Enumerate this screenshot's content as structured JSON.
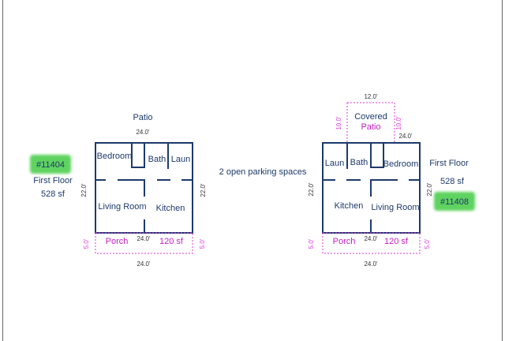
{
  "colors": {
    "wall": "#1d3a6b",
    "porch": "#d93bd9",
    "highlight": "#5fd35f"
  },
  "center_note": "2 open parking spaces",
  "unit_left": {
    "id": "#11404",
    "floor": "First Floor",
    "area": "528 sf",
    "patio": "Patio",
    "rooms": {
      "bedroom": "Bedroom",
      "bath": "Bath",
      "laundry": "Laun",
      "living": "Living Room",
      "kitchen": "Kitchen"
    },
    "porch": {
      "label": "Porch",
      "area": "120 sf"
    },
    "dims": {
      "top": "24.0'",
      "left": "22.0'",
      "right": "22.0'",
      "porch_top": "24.0'",
      "porch_bottom": "24.0'",
      "porch_left": "5.0'",
      "porch_right": "5.0'"
    }
  },
  "unit_right": {
    "id": "#11408",
    "floor": "First Floor",
    "area": "528 sf",
    "patio": {
      "line1": "Covered",
      "line2": "Patio"
    },
    "rooms": {
      "laundry": "Laun",
      "bath": "Bath",
      "bedroom": "Bedroom",
      "kitchen": "Kitchen",
      "living": "Living Room"
    },
    "porch": {
      "label": "Porch",
      "area": "120 sf"
    },
    "dims": {
      "patio_top": "12.0'",
      "patio_left": "10.0'",
      "patio_right": "10.0'",
      "top": "24.0'",
      "left": "22.0'",
      "right": "22.0'",
      "porch_top": "24.0'",
      "porch_bottom": "24.0'",
      "porch_left": "5.0'",
      "porch_right": "5.0'"
    }
  }
}
